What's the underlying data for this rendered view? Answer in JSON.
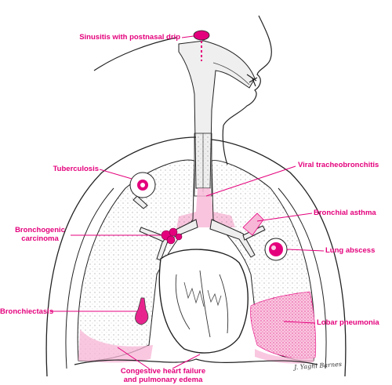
{
  "labels": {
    "sinusitis": "Sinusitis with postnasal drip",
    "viral_tracheobronchitis": "Viral tracheobronchitis",
    "tuberculosis": "Tuberculosis",
    "bronchial_asthma": "Bronchial asthma",
    "bronchogenic_carcinoma": {
      "line1": "Bronchogenic",
      "line2": "carcinoma"
    },
    "lung_abscess": "Lung abscess",
    "bronchiectasis": "Bronchiectasis",
    "lobar_pneumonia": "Lobar pneumonia",
    "chf": {
      "line1": "Congestive heart failure",
      "line2": "and pulmonary edema"
    }
  },
  "signature": "J. Yaghi Barnes",
  "colors": {
    "accent": "#e4007c",
    "ink": "#222222",
    "organ_fill": "#f7f7f7",
    "pink_light": "#f7b6d6"
  }
}
